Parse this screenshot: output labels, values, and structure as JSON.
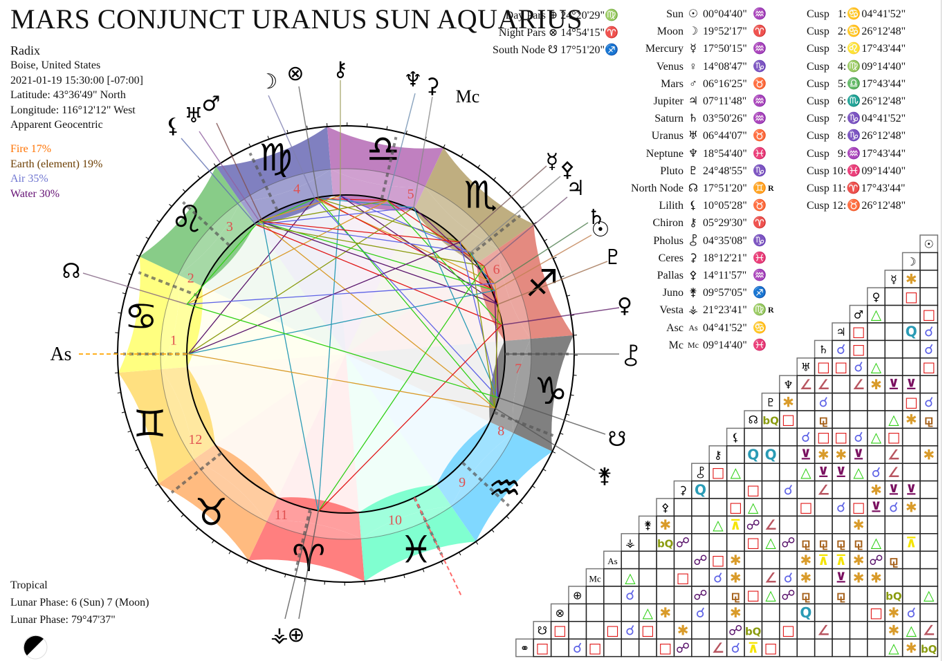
{
  "title": "MARS CONJUNCT URANUS SUN AQUARIUS",
  "info": {
    "chart_type": "Radix",
    "location": "Boise, United States",
    "datetime": "2021-01-19 15:30:00 [-07:00]",
    "latitude": "Latitude: 43°36'49\" North",
    "longitude": "Longitude: 116°12'12\" West",
    "mode": "Apparent Geocentric"
  },
  "elements": [
    {
      "label": "Fire 17%",
      "color": "#ff7200"
    },
    {
      "label": "Earth (element) 19%",
      "color": "#6b3d00"
    },
    {
      "label": "Air 35%",
      "color": "#6f76d1"
    },
    {
      "label": "Water 30%",
      "color": "#630e73"
    }
  ],
  "footer": {
    "zodiac": "Tropical",
    "lunar_phase": "Lunar Phase: 6 (Sun) 7 (Moon)",
    "lunar_angle": "Lunar Phase: 79°47'37\""
  },
  "pars": [
    {
      "name": "Day Pars",
      "glyph": "⊕",
      "value": "24°20'29\"",
      "sign": "♍"
    },
    {
      "name": "Night Pars",
      "glyph": "⊗",
      "value": "14°54'15\"",
      "sign": "♈"
    },
    {
      "name": "South Node",
      "glyph": "☋",
      "value": "17°51'20\"",
      "sign": "♐"
    }
  ],
  "planets": [
    {
      "name": "Sun",
      "glyph": "☉",
      "value": "00°04'40\"",
      "sign": "♒",
      "retro": ""
    },
    {
      "name": "Moon",
      "glyph": "☽",
      "value": "19°52'17\"",
      "sign": "♈",
      "retro": ""
    },
    {
      "name": "Mercury",
      "glyph": "☿",
      "value": "17°50'15\"",
      "sign": "♒",
      "retro": ""
    },
    {
      "name": "Venus",
      "glyph": "♀",
      "value": "14°08'47\"",
      "sign": "♑",
      "retro": ""
    },
    {
      "name": "Mars",
      "glyph": "♂",
      "value": "06°16'25\"",
      "sign": "♉",
      "retro": ""
    },
    {
      "name": "Jupiter",
      "glyph": "♃",
      "value": "07°11'48\"",
      "sign": "♒",
      "retro": ""
    },
    {
      "name": "Saturn",
      "glyph": "♄",
      "value": "03°50'26\"",
      "sign": "♒",
      "retro": ""
    },
    {
      "name": "Uranus",
      "glyph": "♅",
      "value": "06°44'07\"",
      "sign": "♉",
      "retro": ""
    },
    {
      "name": "Neptune",
      "glyph": "♆",
      "value": "18°54'40\"",
      "sign": "♓",
      "retro": ""
    },
    {
      "name": "Pluto",
      "glyph": "♇",
      "value": "24°48'55\"",
      "sign": "♑",
      "retro": ""
    },
    {
      "name": "North Node",
      "glyph": "☊",
      "value": "17°51'20\"",
      "sign": "♊",
      "retro": "R"
    },
    {
      "name": "Lilith",
      "glyph": "⚸",
      "value": "10°05'28\"",
      "sign": "♉",
      "retro": ""
    },
    {
      "name": "Chiron",
      "glyph": "⚷",
      "value": "05°29'30\"",
      "sign": "♈",
      "retro": ""
    },
    {
      "name": "Pholus",
      "glyph": "⯛",
      "value": "04°35'08\"",
      "sign": "♑",
      "retro": ""
    },
    {
      "name": "Ceres",
      "glyph": "⚳",
      "value": "18°12'21\"",
      "sign": "♓",
      "retro": ""
    },
    {
      "name": "Pallas",
      "glyph": "⚴",
      "value": "14°11'57\"",
      "sign": "♒",
      "retro": ""
    },
    {
      "name": "Juno",
      "glyph": "⚵",
      "value": "09°57'05\"",
      "sign": "♐",
      "retro": ""
    },
    {
      "name": "Vesta",
      "glyph": "⚶",
      "value": "21°23'41\"",
      "sign": "♍",
      "retro": "R"
    },
    {
      "name": "Asc",
      "glyph": "As",
      "value": "04°41'52\"",
      "sign": "♋",
      "retro": ""
    },
    {
      "name": "Mc",
      "glyph": "Mc",
      "value": "09°14'40\"",
      "sign": "♓",
      "retro": ""
    }
  ],
  "cusps": [
    {
      "label": "Cusp   1:",
      "sign": "♋",
      "value": "04°41'52\""
    },
    {
      "label": "Cusp   2:",
      "sign": "♋",
      "value": "26°12'48\""
    },
    {
      "label": "Cusp   3:",
      "sign": "♌",
      "value": "17°43'44\""
    },
    {
      "label": "Cusp   4:",
      "sign": "♍",
      "value": "09°14'40\""
    },
    {
      "label": "Cusp   5:",
      "sign": "♎",
      "value": "17°43'44\""
    },
    {
      "label": "Cusp   6:",
      "sign": "♏",
      "value": "26°12'48\""
    },
    {
      "label": "Cusp   7:",
      "sign": "♑",
      "value": "04°41'52\""
    },
    {
      "label": "Cusp   8:",
      "sign": "♑",
      "value": "26°12'48\""
    },
    {
      "label": "Cusp   9:",
      "sign": "♒",
      "value": "17°43'44\""
    },
    {
      "label": "Cusp 10:",
      "sign": "♓",
      "value": "09°14'40\""
    },
    {
      "label": "Cusp 11:",
      "sign": "♈",
      "value": "17°43'44\""
    },
    {
      "label": "Cusp 12:",
      "sign": "♉",
      "value": "26°12'48\""
    }
  ],
  "aspect_colors": {
    "cj": "#5e63e6",
    "op": "#59136b",
    "sq": "#e01818",
    "tr": "#2fcf14",
    "sx": "#d99b2a",
    "q": "#2a9bb5",
    "bq": "#8a9b0f",
    "ssq": "#b85560",
    "ssx": "#7a1060",
    "qx": "#f5e400",
    "sesq": "#a5601a"
  },
  "aspect_glyphs": {
    "cj": "☌",
    "op": "☍",
    "sq": "□",
    "tr": "△",
    "sx": "✱",
    "q": "Q",
    "bq": "bQ",
    "ssq": "∠",
    "ssx": "⊻",
    "qx": "⊼",
    "sesq": "⚼"
  },
  "grid_labels": [
    "☉",
    "☽",
    "☿",
    "♀",
    "♂",
    "♃",
    "♄",
    "♅",
    "♆",
    "♇",
    "☊",
    "⚸",
    "⚷",
    "⯛",
    "⚳",
    "⚴",
    "⚵",
    "⚶",
    "As",
    "Mc",
    "⊕",
    "⊗",
    "☋",
    "⚭"
  ],
  "grid_rows": [
    [],
    [
      ""
    ],
    [
      "",
      "sx"
    ],
    [
      "",
      "sq",
      ""
    ],
    [
      "sq",
      "",
      "",
      "tr"
    ],
    [
      "cj",
      "q",
      "",
      "",
      "sq"
    ],
    [
      "cj",
      "",
      "",
      "",
      "sq",
      "cj"
    ],
    [
      "sq",
      "",
      "",
      "tr",
      "cj",
      "sq",
      "sq"
    ],
    [
      "",
      "ssx",
      "ssx",
      "sx",
      "ssq",
      "",
      "ssq",
      "ssq"
    ],
    [
      "cj",
      "sq",
      "",
      "",
      "",
      "",
      "cj",
      "",
      "sx"
    ],
    [
      "sesq",
      "sx",
      "tr",
      "",
      "",
      "",
      "sesq",
      "",
      "sq",
      "bq"
    ],
    [
      "",
      "",
      "sq",
      "tr",
      "cj",
      "sq",
      "sq",
      "cj",
      "",
      "",
      ""
    ],
    [
      "sx",
      "",
      "ssq",
      "",
      "ssx",
      "sx",
      "sx",
      "ssx",
      "",
      "q",
      "q",
      ""
    ],
    [
      "",
      "",
      "ssq",
      "cj",
      "tr",
      "ssx",
      "ssx",
      "tr",
      "",
      "",
      "",
      "tr",
      "sq"
    ],
    [
      "",
      "ssx",
      "ssx",
      "sx",
      "",
      "",
      "ssq",
      "",
      "cj",
      "",
      "sq",
      "",
      "",
      "q"
    ],
    [
      "",
      "sx",
      "cj",
      "ssx",
      "sq",
      "cj",
      "",
      "sq",
      "",
      "",
      "tr",
      "sq",
      "",
      "",
      ""
    ],
    [
      "",
      "",
      "",
      "",
      "sx",
      "",
      "",
      "",
      "",
      "ssq",
      "op",
      "qx",
      "tr",
      "",
      "",
      "sx"
    ],
    [
      "",
      "qx",
      "",
      "tr",
      "sesq",
      "sesq",
      "sesq",
      "sesq",
      "op",
      "tr",
      "sq",
      "",
      "",
      "",
      "op",
      "bq",
      ""
    ],
    [
      "",
      "",
      "sesq",
      "op",
      "sx",
      "qx",
      "qx",
      "sx",
      "",
      "",
      "",
      "sx",
      "sq",
      "op",
      "",
      "",
      "",
      ""
    ],
    [
      "",
      "",
      "",
      "sx",
      "sx",
      "ssx",
      "",
      "sx",
      "cj",
      "ssq",
      "",
      "sx",
      "cj",
      "",
      "sq",
      "",
      "",
      "tr",
      ""
    ],
    [
      "tr",
      "",
      "bq",
      "",
      "",
      "sesq",
      "",
      "sesq",
      "op",
      "tr",
      "sq",
      "sesq",
      "",
      "op",
      "",
      "",
      "",
      "cj",
      "",
      ""
    ],
    [
      "",
      "cj",
      "sx",
      "sq",
      "",
      "",
      "",
      "q",
      "",
      "",
      "",
      "sx",
      "",
      "cj",
      "",
      "sx",
      "tr",
      "",
      "",
      "",
      ""
    ],
    [
      "ssq",
      "tr",
      "sx",
      "",
      "",
      "",
      "ssq",
      "",
      "sq",
      "",
      "bq",
      "op",
      "",
      "",
      "sx",
      "",
      "sq",
      "cj",
      "sq",
      "",
      "",
      "sq",
      "tr"
    ],
    [
      "bq",
      "sx",
      "tr",
      "",
      "",
      "",
      "",
      "",
      "",
      "sq",
      "qx",
      "cj",
      "ssq",
      "",
      "op",
      "sq",
      "",
      "",
      "",
      "sq",
      "cj",
      "",
      "sq",
      "op"
    ]
  ],
  "wheel": {
    "signs": [
      {
        "glyph": "♈",
        "color": "#ff7f7f"
      },
      {
        "glyph": "♉",
        "color": "#ffbb80"
      },
      {
        "glyph": "♊",
        "color": "#ffe080"
      },
      {
        "glyph": "♋",
        "color": "#ffff80"
      },
      {
        "glyph": "♌",
        "color": "#88cc88"
      },
      {
        "glyph": "♍",
        "color": "#8080c0"
      },
      {
        "glyph": "♎",
        "color": "#c080c0"
      },
      {
        "glyph": "♏",
        "color": "#bfae80"
      },
      {
        "glyph": "♐",
        "color": "#e48a80"
      },
      {
        "glyph": "♑",
        "color": "#808080"
      },
      {
        "glyph": "♒",
        "color": "#80d8ff"
      },
      {
        "glyph": "♓",
        "color": "#80ffd0"
      }
    ],
    "house_numbers": [
      "1",
      "2",
      "3",
      "4",
      "5",
      "6",
      "7",
      "8",
      "9",
      "10",
      "11",
      "12"
    ],
    "angle_labels": {
      "asc": "As",
      "mc": "Mc"
    }
  },
  "chart_data": {
    "type": "table",
    "title": "MARS CONJUNCT URANUS SUN AQUARIUS",
    "subtitle": "Radix · Boise, United States · 2021-01-19 15:30:00 [-07:00]",
    "element_distribution": {
      "Fire": 17,
      "Earth": 19,
      "Air": 35,
      "Water": 30
    },
    "positions": [
      {
        "body": "Sun",
        "longitude": "00°04'40\" Aquarius"
      },
      {
        "body": "Moon",
        "longitude": "19°52'17\" Aries"
      },
      {
        "body": "Mercury",
        "longitude": "17°50'15\" Aquarius"
      },
      {
        "body": "Venus",
        "longitude": "14°08'47\" Capricorn"
      },
      {
        "body": "Mars",
        "longitude": "06°16'25\" Taurus"
      },
      {
        "body": "Jupiter",
        "longitude": "07°11'48\" Aquarius"
      },
      {
        "body": "Saturn",
        "longitude": "03°50'26\" Aquarius"
      },
      {
        "body": "Uranus",
        "longitude": "06°44'07\" Taurus"
      },
      {
        "body": "Neptune",
        "longitude": "18°54'40\" Pisces"
      },
      {
        "body": "Pluto",
        "longitude": "24°48'55\" Capricorn"
      },
      {
        "body": "North Node",
        "longitude": "17°51'20\" Gemini",
        "retrograde": true
      },
      {
        "body": "Lilith",
        "longitude": "10°05'28\" Taurus"
      },
      {
        "body": "Chiron",
        "longitude": "05°29'30\" Aries"
      },
      {
        "body": "Pholus",
        "longitude": "04°35'08\" Capricorn"
      },
      {
        "body": "Ceres",
        "longitude": "18°12'21\" Pisces"
      },
      {
        "body": "Pallas",
        "longitude": "14°11'57\" Aquarius"
      },
      {
        "body": "Juno",
        "longitude": "09°57'05\" Sagittarius"
      },
      {
        "body": "Vesta",
        "longitude": "21°23'41\" Virgo",
        "retrograde": true
      },
      {
        "body": "Asc",
        "longitude": "04°41'52\" Cancer"
      },
      {
        "body": "Mc",
        "longitude": "09°14'40\" Pisces"
      },
      {
        "body": "Day Pars",
        "longitude": "24°20'29\" Virgo"
      },
      {
        "body": "Night Pars",
        "longitude": "14°54'15\" Aries"
      },
      {
        "body": "South Node",
        "longitude": "17°51'20\" Sagittarius"
      }
    ],
    "lunar_phase": {
      "sun_phase": 6,
      "moon_phase": 7,
      "angle": "79°47'37\""
    }
  }
}
